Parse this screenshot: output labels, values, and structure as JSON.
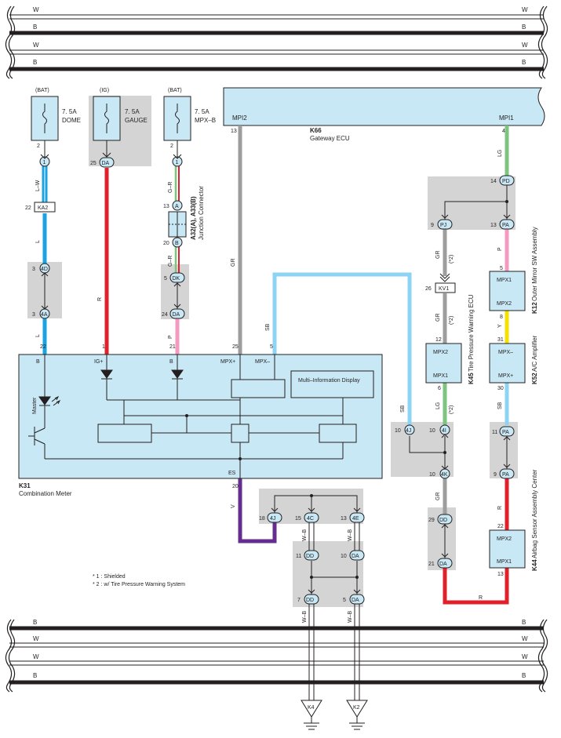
{
  "bus_top": [
    {
      "label": "W"
    },
    {
      "label": "B"
    },
    {
      "label": "W"
    },
    {
      "label": "B"
    }
  ],
  "bus_bottom": [
    {
      "label": "B"
    },
    {
      "label": "W"
    },
    {
      "label": "W"
    },
    {
      "label": "B"
    }
  ],
  "fuses": [
    {
      "source": "(BAT)",
      "rating": "7. 5A",
      "name": "DOME",
      "pin": "2"
    },
    {
      "source": "(IG)",
      "rating": "7. 5A",
      "name": "GAUGE",
      "pin": ""
    },
    {
      "source": "(BAT)",
      "rating": "7. 5A",
      "name": "MPX–B",
      "pin": "2"
    }
  ],
  "gateway": {
    "code": "K66",
    "name": "Gateway ECU",
    "pin_left_label": "MPI2",
    "pin_right_label": "MPI1",
    "pin_left": "13",
    "pin_right": "4"
  },
  "meter": {
    "code": "K31",
    "name": "Combination Meter",
    "pins": [
      {
        "label": "B",
        "num": "22"
      },
      {
        "label": "IG+",
        "num": "1"
      },
      {
        "label": "B",
        "num": "21"
      },
      {
        "label": "MPX+",
        "num": "25"
      },
      {
        "label": "MPX–",
        "num": "5"
      }
    ],
    "es_label": "ES",
    "es_num": "20",
    "master": "Master",
    "display": "Multi–Information Display"
  },
  "junction": {
    "code": "A32(A), A33(B)",
    "name": "Junction Connector"
  },
  "connectors": {
    "c1a": "1",
    "c1b": "1",
    "ka2": "KA2",
    "ka2_pin": "22",
    "c4d": "4D",
    "c4d_pin": "3",
    "c4a": "4A",
    "c4a_pin": "3",
    "da25": "DA",
    "da25_pin": "25",
    "a13": "A",
    "a13_pin": "13",
    "b20": "B",
    "b20_pin": "20",
    "dk": "DK",
    "dk_pin": "5",
    "da24": "DA",
    "da24_pin": "24",
    "pd": "PD",
    "pd_pin": "14",
    "pj": "PJ",
    "pj_pin": "9",
    "pa13": "PA",
    "pa13_pin": "13",
    "kv1": "KV1",
    "kv1_pin": "26",
    "j4_10": "4J",
    "j4_10_pin": "10",
    "i4": "4I",
    "i4_pin": "10",
    "k4": "4K",
    "k4_pin": "10",
    "dd29": "DD",
    "dd29_pin": "29",
    "da21": "DA",
    "da21_pin": "21",
    "pa11": "PA",
    "pa11_pin": "11",
    "pa9": "PA",
    "pa9_pin": "9",
    "j4_18": "4J",
    "j4_18_pin": "18",
    "c4c": "4C",
    "c4c_pin": "15",
    "e4": "4E",
    "e4_pin": "13",
    "dd11": "DD",
    "dd11_pin": "11",
    "da10": "DA",
    "da10_pin": "10",
    "dd7": "DD",
    "dd7_pin": "7",
    "da5": "DA",
    "da5_pin": "5"
  },
  "wires": {
    "lw": "L–W",
    "l1": "L",
    "l2": "L",
    "r": "R",
    "gr_jc": "G–R",
    "gr_jc2": "G–R",
    "p_meter": "P",
    "gr_gw": "GR",
    "sb_meter": "SB",
    "lg_gw": "LG",
    "gr_t1": "GR",
    "gr_t1_note": "(*2)",
    "p_mir": "P",
    "gr_t2": "GR",
    "gr_t2_note": "(*2)",
    "y": "Y",
    "lg_t": "LG",
    "lg_t_note": "(*2)",
    "sb_ac": "SB",
    "sb_4j": "SB",
    "gr_4k": "GR",
    "r_air": "R",
    "r_bottom": "R",
    "v": "V",
    "wb1": "W–B",
    "wb2": "W–B",
    "wb3": "W–B",
    "wb4": "W–B"
  },
  "components": {
    "k12": {
      "code": "K12",
      "name": "Outer Mirror SW Assembly",
      "top": "MPX1",
      "bottom": "MPX2",
      "pin_top": "5",
      "pin_bottom": "8"
    },
    "k45": {
      "code": "K45",
      "name": "Tire Pressure Warning ECU",
      "top": "MPX2",
      "bottom": "MPX1",
      "pin_top": "12",
      "pin_bottom": "6"
    },
    "k52": {
      "code": "K52",
      "name": "A/C Amplifier",
      "top": "MPX–",
      "bottom": "MPX+",
      "pin_top": "31",
      "pin_bottom": "30"
    },
    "k44": {
      "code": "K44",
      "name": "Airbag Sensor Assembly Center",
      "top": "MPX2",
      "bottom": "MPX1",
      "pin_top": "22",
      "pin_bottom": "13"
    }
  },
  "grounds": [
    {
      "label": "K4"
    },
    {
      "label": "K2"
    }
  ],
  "notes": [
    "* 1 : Shielded",
    "* 2 : w/ Tire Pressure Warning System"
  ]
}
